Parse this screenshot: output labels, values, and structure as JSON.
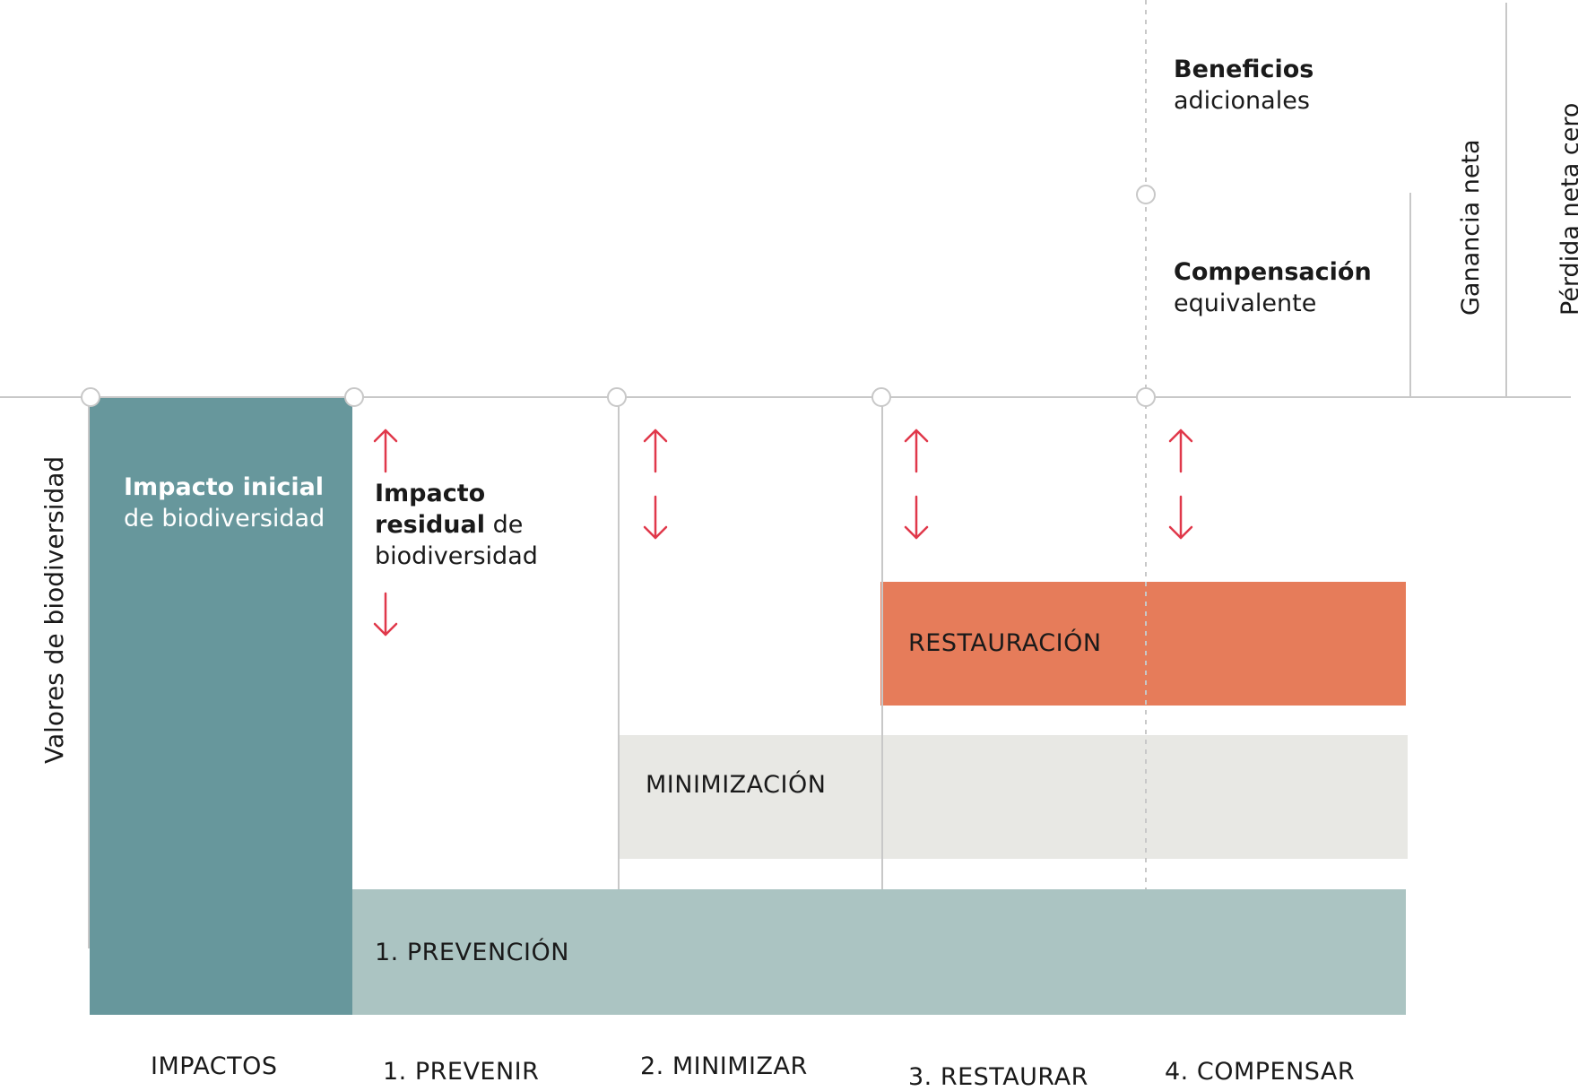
{
  "colors": {
    "impact_initial": "#67979c",
    "prevention": "#abc4c2",
    "minimization": "#e8e8e4",
    "restoration": "#e67c5a",
    "arrow": "#e0384a",
    "axis_line": "#c8c8c8"
  },
  "y_axis_label": "Valores de biodiversidad",
  "top_labels": {
    "beneficios_bold": "Beneficios",
    "beneficios_light": "adicionales",
    "compensacion_bold": "Compensación",
    "compensacion_light": "equivalente",
    "ganancia": "Ganancia neta",
    "perdida": "Pérdida neta cero"
  },
  "blocks": {
    "impact_bold": "Impacto inicial",
    "impact_light": "de biodiversidad",
    "residual_bold_1": "Impacto",
    "residual_bold_2": "residual",
    "residual_light_1": "de",
    "residual_light_2": "biodiversidad",
    "restauracion": "RESTAURACIÓN",
    "minimizacion": "MINIMIZACIÓN",
    "prevencion": "1. PREVENCIÓN"
  },
  "stages": [
    "IMPACTOS",
    "1. PREVENIR",
    "2. MINIMIZAR",
    "3. RESTAURAR",
    "4. COMPENSAR"
  ]
}
